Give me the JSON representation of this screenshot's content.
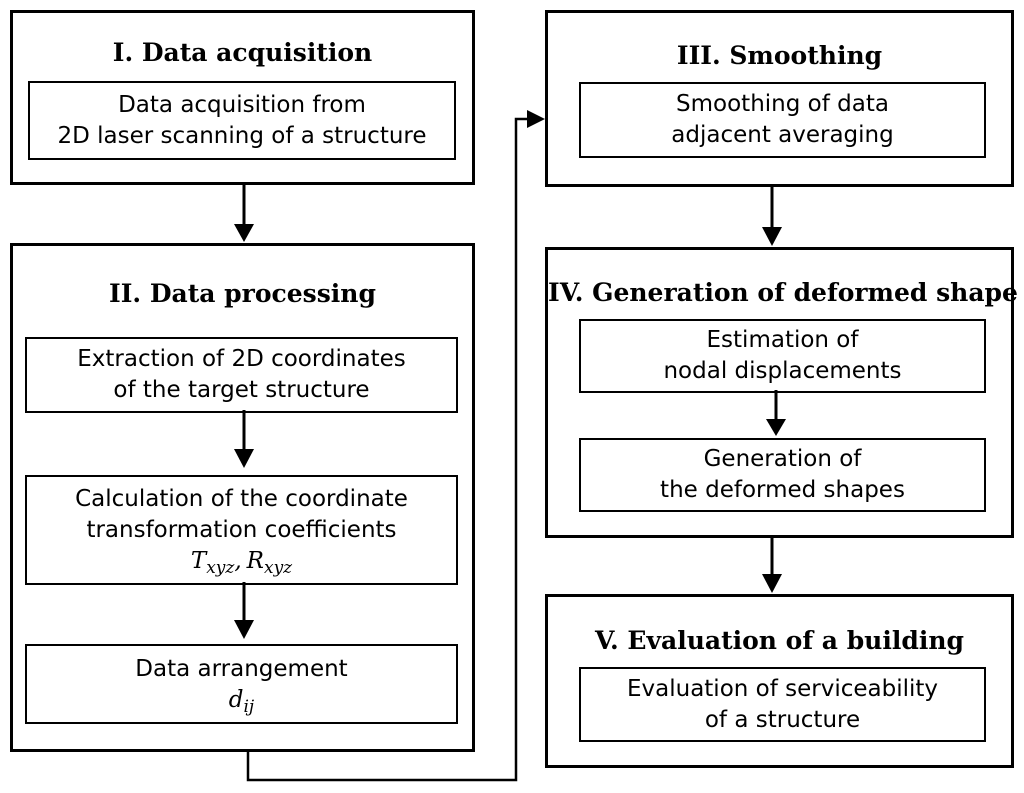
{
  "panels": {
    "p1": {
      "title": "I. Data acquisition",
      "steps": [
        {
          "lines": [
            "Data acquisition from",
            "2D laser scanning of a structure"
          ]
        }
      ]
    },
    "p2": {
      "title": "II. Data processing",
      "steps": [
        {
          "lines": [
            "Extraction of 2D coordinates",
            "of the target structure"
          ]
        },
        {
          "lines": [
            "Calculation of the coordinate",
            "transformation coefficients"
          ],
          "math": {
            "a": "T",
            "a_sub": "xyz",
            "sep": ",",
            "b": "R",
            "b_sub": "xyz"
          }
        },
        {
          "lines": [
            "Data arrangement"
          ],
          "math": {
            "a": "d",
            "a_sub": "ij"
          }
        }
      ]
    },
    "p3": {
      "title": "III. Smoothing",
      "steps": [
        {
          "lines": [
            "Smoothing of data",
            "adjacent averaging"
          ]
        }
      ]
    },
    "p4": {
      "title": "IV. Generation of deformed shape",
      "steps": [
        {
          "lines": [
            "Estimation of",
            "nodal displacements"
          ]
        },
        {
          "lines": [
            "Generation of",
            "the deformed shapes"
          ]
        }
      ]
    },
    "p5": {
      "title": "V. Evaluation of a building",
      "steps": [
        {
          "lines": [
            "Evaluation of serviceability",
            "of a structure"
          ]
        }
      ]
    }
  }
}
